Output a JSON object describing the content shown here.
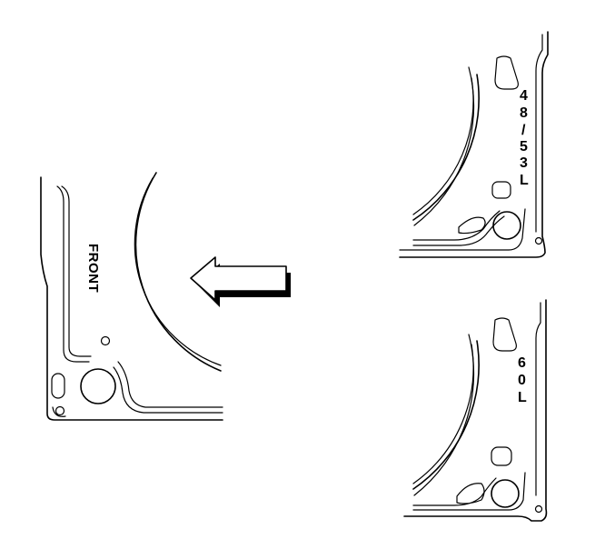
{
  "diagram": {
    "left_gasket": {
      "front_label": "FRONT"
    },
    "top_right_gasket": {
      "engine_label_chars": [
        "4",
        "8",
        "/",
        "5",
        "3",
        "L"
      ]
    },
    "bottom_right_gasket": {
      "engine_label_chars": [
        "6",
        "0",
        "L"
      ]
    },
    "colors": {
      "line": "#000000",
      "arrow_shadow": "#000000",
      "background": "#ffffff"
    },
    "icons": {
      "direction_arrow": "arrow-left-icon"
    }
  }
}
